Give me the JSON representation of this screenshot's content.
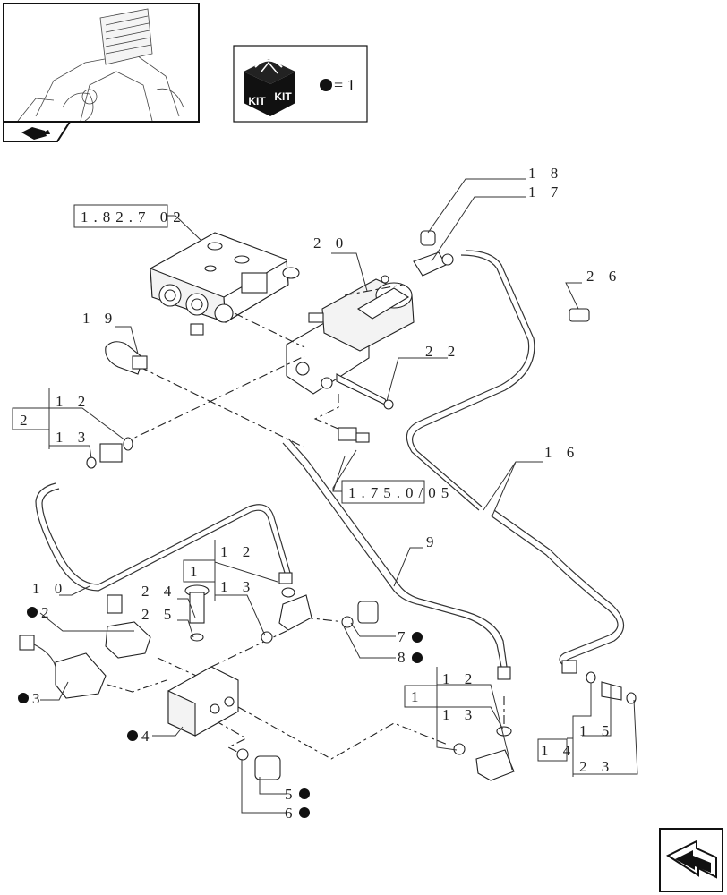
{
  "kit": {
    "text1": "KIT",
    "text2": "KIT",
    "equals": "= 1"
  },
  "refs": {
    "r1": "1.82.7 02",
    "r2": "1.75.0/05"
  },
  "boxes": {
    "b2": "2",
    "b1a": "1",
    "b1b": "1",
    "b14": "1 4"
  },
  "labels": {
    "l18": "1 8",
    "l17": "1 7",
    "l20": "2 0",
    "l26": "2 6",
    "l19": "1 9",
    "l22": "2 2",
    "l12a": "1 2",
    "l13a": "1 3",
    "l16": "1 6",
    "l10": "1 0",
    "l12b": "1 2",
    "l13b": "1 3",
    "l24": "2 4",
    "l25": "2 5",
    "l9": "9",
    "l2": "2",
    "l7": "7",
    "l8": "8",
    "l3": "3",
    "l4": "4",
    "l12c": "1 2",
    "l13c": "1 3",
    "l15": "1 5",
    "l23": "2 3",
    "l5": "5",
    "l6": "6"
  }
}
